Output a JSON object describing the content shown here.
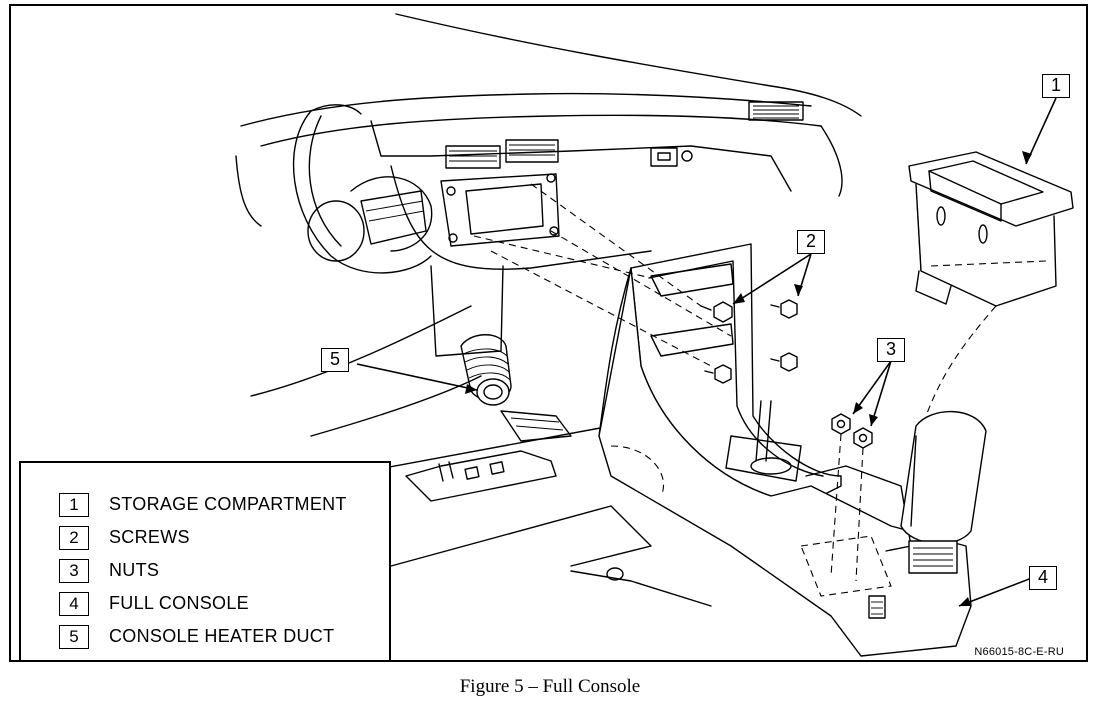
{
  "callouts": [
    "1",
    "2",
    "3",
    "4",
    "5"
  ],
  "legend": [
    {
      "num": "1",
      "text": "STORAGE COMPARTMENT"
    },
    {
      "num": "2",
      "text": "SCREWS"
    },
    {
      "num": "3",
      "text": "NUTS"
    },
    {
      "num": "4",
      "text": "FULL CONSOLE"
    },
    {
      "num": "5",
      "text": "CONSOLE HEATER DUCT"
    }
  ],
  "figure_id": "N66015-8C-E-RU",
  "caption": "Figure 5 – Full Console"
}
